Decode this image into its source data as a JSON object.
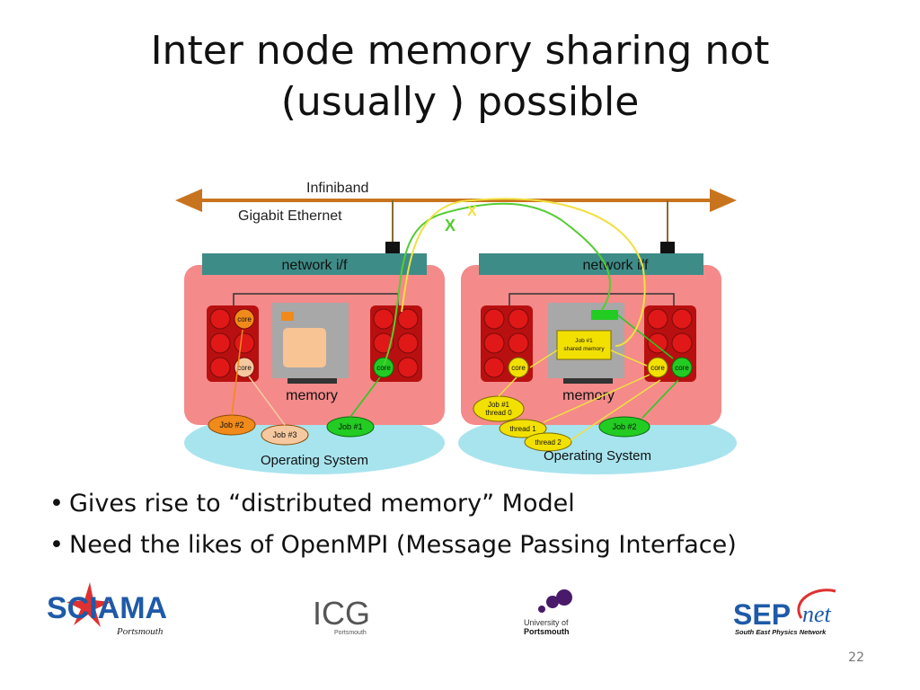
{
  "title": {
    "line1": "Inter node memory sharing not",
    "line2": "(usually ) possible"
  },
  "diagram": {
    "infiniband_label": "Infiniband",
    "ethernet_label": "Gigabit Ethernet",
    "x_mark": "X",
    "core_label": "core",
    "node_left": {
      "netif_label": "network i/f",
      "memory_label": "memory",
      "os_label": "Operating System",
      "jobs": [
        "Job #2",
        "Job #3",
        "Job #1"
      ]
    },
    "node_right": {
      "netif_label": "network i/f",
      "memory_label": "memory",
      "os_label": "Operating System",
      "shared_memory_label": [
        "Job #1",
        "shared memory"
      ],
      "threads": [
        [
          "Job #1",
          "thread 0"
        ],
        [
          "thread 1"
        ],
        [
          "thread 2"
        ]
      ],
      "job_label": "Job #2"
    }
  },
  "bullets": [
    "Gives rise to “distributed memory” Model",
    "Need the likes of OpenMPI (Message Passing Interface)"
  ],
  "bullet_symbol": "•",
  "logos": {
    "sciama": {
      "main": "SCIAMA",
      "sub": "Portsmouth"
    },
    "icg": {
      "main": "ICG",
      "sub": "Portsmouth"
    },
    "uop": {
      "line1": "University of",
      "line2": "Portsmouth"
    },
    "sepnet": {
      "main_left": "SEP",
      "main_right": "net",
      "sub": "South East Physics Network"
    }
  },
  "page_number": "22",
  "colors": {
    "node_box": "#f48a8a",
    "netif_bar": "#3e8c88",
    "os_ellipse": "#a8e4ee",
    "core_red": "#e01818",
    "core_orange": "#f08a1a",
    "core_green": "#22cc22",
    "core_yellow": "#f2e000",
    "arrow_brown": "#c8741e",
    "link_green": "#55cc33",
    "link_yellow": "#f0e040"
  }
}
